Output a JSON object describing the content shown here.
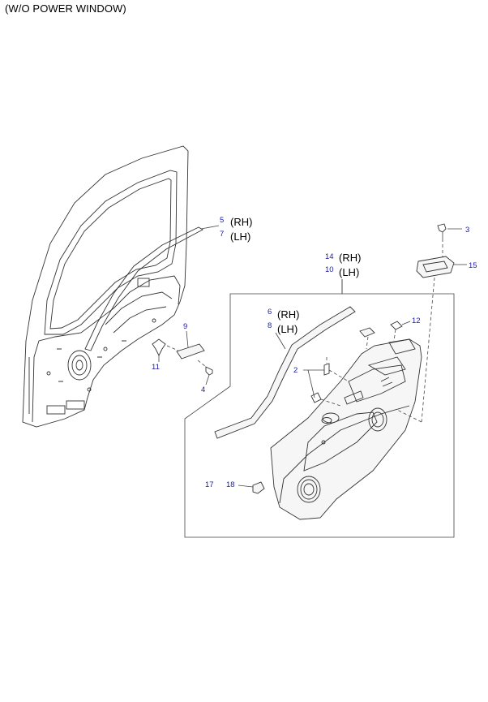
{
  "title": "(W/O POWER WINDOW)",
  "callouts": {
    "p5": "5",
    "p7": "7",
    "p14": "14",
    "p10": "10",
    "p6": "6",
    "p8": "8",
    "p3": "3",
    "p15": "15",
    "p12": "12",
    "p9": "9",
    "p11": "11",
    "p4": "4",
    "p2": "2",
    "p17": "17",
    "p18": "18"
  },
  "sides": {
    "rh_a": "(RH)",
    "lh_a": "(LH)",
    "rh_b": "(RH)",
    "lh_b": "(LH)",
    "rh_c": "(RH)",
    "lh_c": "(LH)"
  },
  "colors": {
    "callout": "#1a1aa6",
    "line": "#333333"
  }
}
